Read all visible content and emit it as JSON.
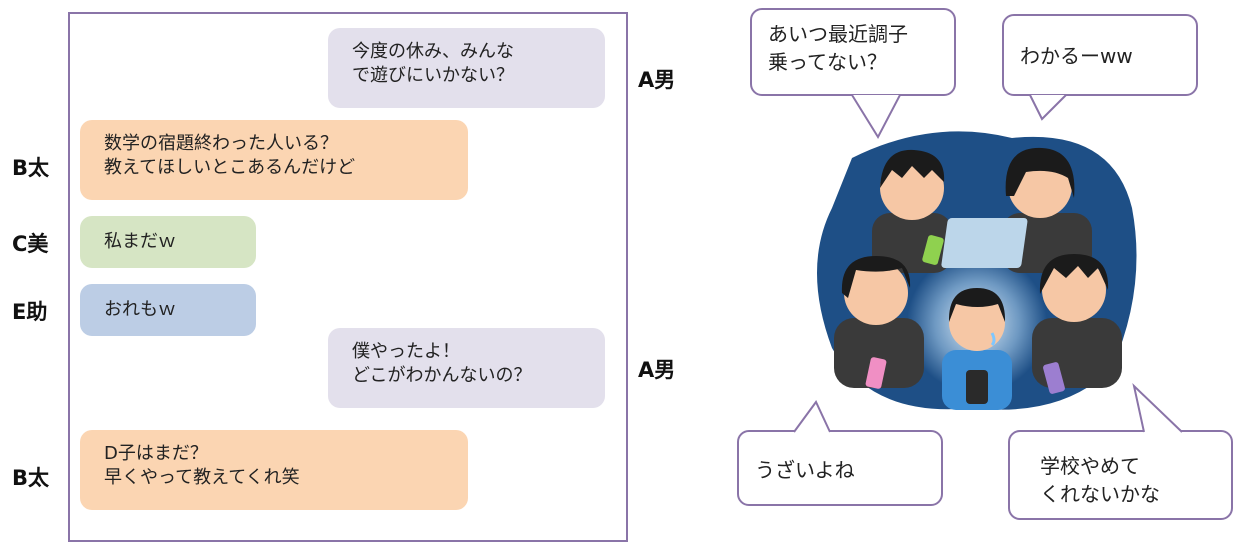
{
  "chat": {
    "messages": [
      {
        "sender": "A男",
        "side": "right",
        "color": "lavender",
        "text": "今度の休み、みんな\nで遊びにいかない？"
      },
      {
        "sender": "B太",
        "side": "left",
        "color": "peach",
        "text": "数学の宿題終わった人いる？\n教えてほしいとこあるんだけど"
      },
      {
        "sender": "C美",
        "side": "left",
        "color": "green",
        "text": "私まだｗ"
      },
      {
        "sender": "E助",
        "side": "left",
        "color": "blue",
        "text": "おれもｗ"
      },
      {
        "sender": "A男",
        "side": "right",
        "color": "lavender",
        "text": "僕やったよ！\nどこがわかんないの？"
      },
      {
        "sender": "B太",
        "side": "left",
        "color": "peach",
        "text": "D子はまだ？\n早くやって教えてくれ笑"
      }
    ]
  },
  "speech_bubbles": [
    {
      "text": "あいつ最近調子\n乗ってない？"
    },
    {
      "text": "わかるーww"
    },
    {
      "text": "うざいよね"
    },
    {
      "text": "学校やめて\nくれないかな"
    }
  ],
  "colors": {
    "frame": "#8a74a8",
    "lavender": "#e3e0ec",
    "peach": "#fbd5b2",
    "green": "#d6e5c4",
    "blue": "#bccde5",
    "night": "#1e4f86"
  },
  "illustration": {
    "icon": "group-chat-bullying-illustration"
  }
}
